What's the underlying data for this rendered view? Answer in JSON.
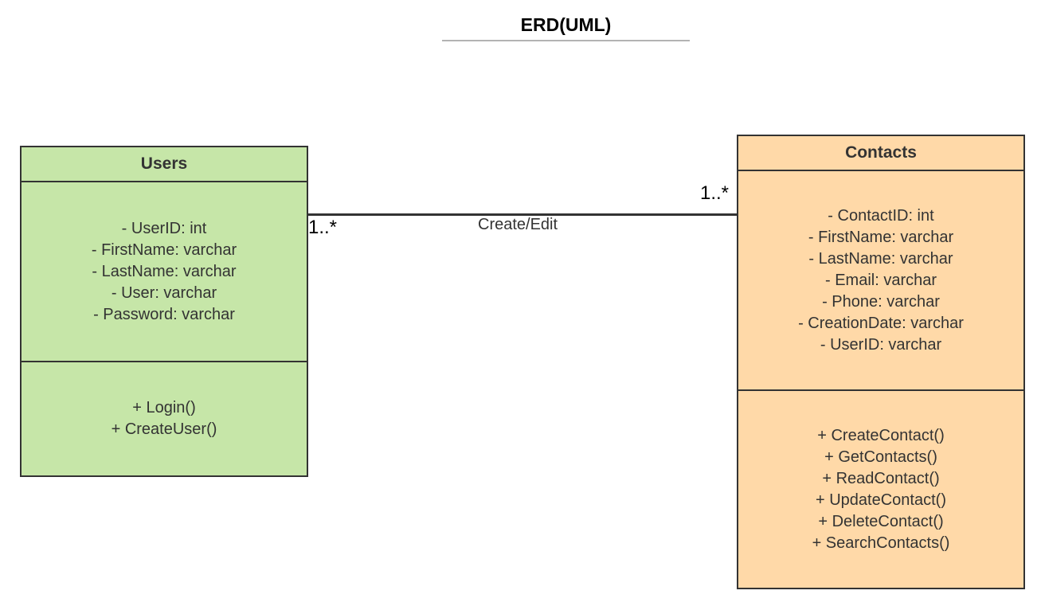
{
  "title": "ERD(UML)",
  "colors": {
    "users_fill": "#c6e6a8",
    "contacts_fill": "#ffd9a8",
    "stroke": "#333333"
  },
  "users": {
    "name": "Users",
    "attributes": [
      "- UserID: int",
      "- FirstName: varchar",
      "- LastName: varchar",
      "- User: varchar",
      "- Password: varchar"
    ],
    "operations": [
      "+ Login()",
      "+ CreateUser()"
    ]
  },
  "contacts": {
    "name": "Contacts",
    "attributes": [
      "- ContactID: int",
      "- FirstName: varchar",
      "- LastName: varchar",
      "- Email: varchar",
      "- Phone: varchar",
      "- CreationDate: varchar",
      "- UserID: varchar"
    ],
    "operations": [
      "+ CreateContact()",
      "+ GetContacts()",
      "+ ReadContact()",
      "+ UpdateContact()",
      "+ DeleteContact()",
      "+ SearchContacts()"
    ]
  },
  "association": {
    "label": "Create/Edit",
    "multiplicity_users_end": "1..*",
    "multiplicity_contacts_end": "1..*"
  }
}
